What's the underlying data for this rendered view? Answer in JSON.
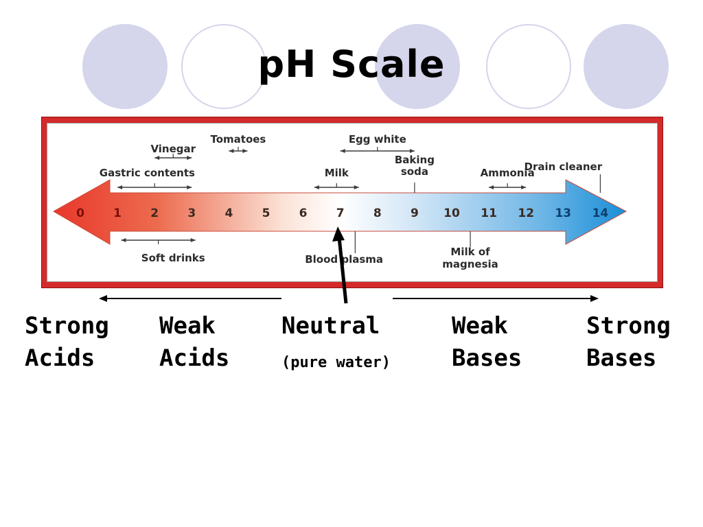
{
  "title": "pH Scale",
  "scale": {
    "ticks": [
      "0",
      "1",
      "2",
      "3",
      "4",
      "5",
      "6",
      "7",
      "8",
      "9",
      "10",
      "11",
      "12",
      "13",
      "14"
    ],
    "substances_above": [
      {
        "label": "Vinegar",
        "range": [
          2,
          3
        ]
      },
      {
        "label": "Gastric contents",
        "range": [
          1,
          3
        ]
      },
      {
        "label": "Tomatoes",
        "range": [
          4,
          4.5
        ]
      },
      {
        "label": "Egg white",
        "range": [
          7,
          9
        ]
      },
      {
        "label": "Milk",
        "range": [
          6.3,
          7.5
        ]
      },
      {
        "label": "Baking",
        "label2": "soda",
        "range": [
          9,
          9
        ]
      },
      {
        "label": "Ammonia",
        "range": [
          11,
          12
        ]
      },
      {
        "label": "Drain cleaner",
        "range": [
          14,
          14
        ]
      }
    ],
    "substances_below": [
      {
        "label": "Soft drinks",
        "range": [
          2,
          3
        ]
      },
      {
        "label": "Blood plasma",
        "range": [
          7.4,
          7.4
        ]
      },
      {
        "label": "Milk of",
        "label2": "magnesia",
        "range": [
          10.5,
          10.5
        ]
      }
    ]
  },
  "categories": {
    "strong_acids": [
      "Strong",
      "Acids"
    ],
    "weak_acids": [
      "Weak",
      "Acids"
    ],
    "neutral": "Neutral",
    "neutral_note": "(pure water)",
    "weak_bases": [
      "Weak",
      "Bases"
    ],
    "strong_bases": [
      "Strong",
      "Bases"
    ]
  },
  "colors": {
    "acid": "#e8382b",
    "neutral": "#ffffff",
    "base": "#1a8fd6",
    "frame": "#d42a2a",
    "decor": "#d5d5ec"
  }
}
